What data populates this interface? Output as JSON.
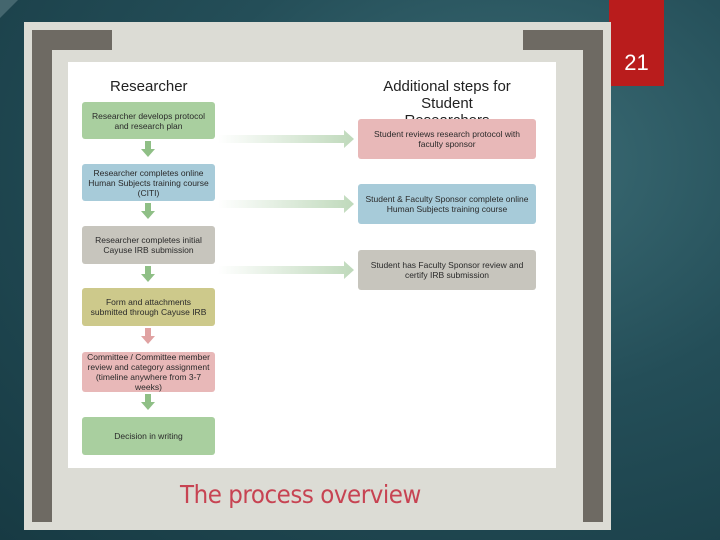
{
  "slide_number": "21",
  "headings": {
    "left": "Researcher",
    "right_line1": "Additional steps for Student",
    "right_line2": "Researchers"
  },
  "researcher_steps": [
    {
      "text": "Researcher develops protocol and research plan",
      "color": "#a9cf9f"
    },
    {
      "text": "Researcher completes online Human Subjects training course (CITI)",
      "color": "#a7cbd9"
    },
    {
      "text": "Researcher completes initial Cayuse IRB submission",
      "color": "#c7c5bd"
    },
    {
      "text": "Form and attachments submitted through Cayuse IRB",
      "color": "#cdc98b"
    },
    {
      "text": "Committee / Committee member review and category assignment (timeline anywhere from 3-7 weeks)",
      "color": "#e8b8b8"
    },
    {
      "text": "Decision in writing",
      "color": "#a9cf9f"
    }
  ],
  "student_steps": [
    {
      "text": "Student reviews research protocol with faculty sponsor",
      "color": "#e8b8b8"
    },
    {
      "text": "Student & Faculty Sponsor complete online Human Subjects training course",
      "color": "#a7cbd9"
    },
    {
      "text": "Student has Faculty Sponsor review and certify IRB submission",
      "color": "#c7c5bd"
    }
  ],
  "footer_title": "The process overview",
  "colors": {
    "accent_red": "#b91c1c",
    "title_red": "#c74352",
    "arrow_green": "#8fbf86",
    "arrow_pink": "#e0a2a2",
    "connector_green": "#bfd9bb"
  }
}
